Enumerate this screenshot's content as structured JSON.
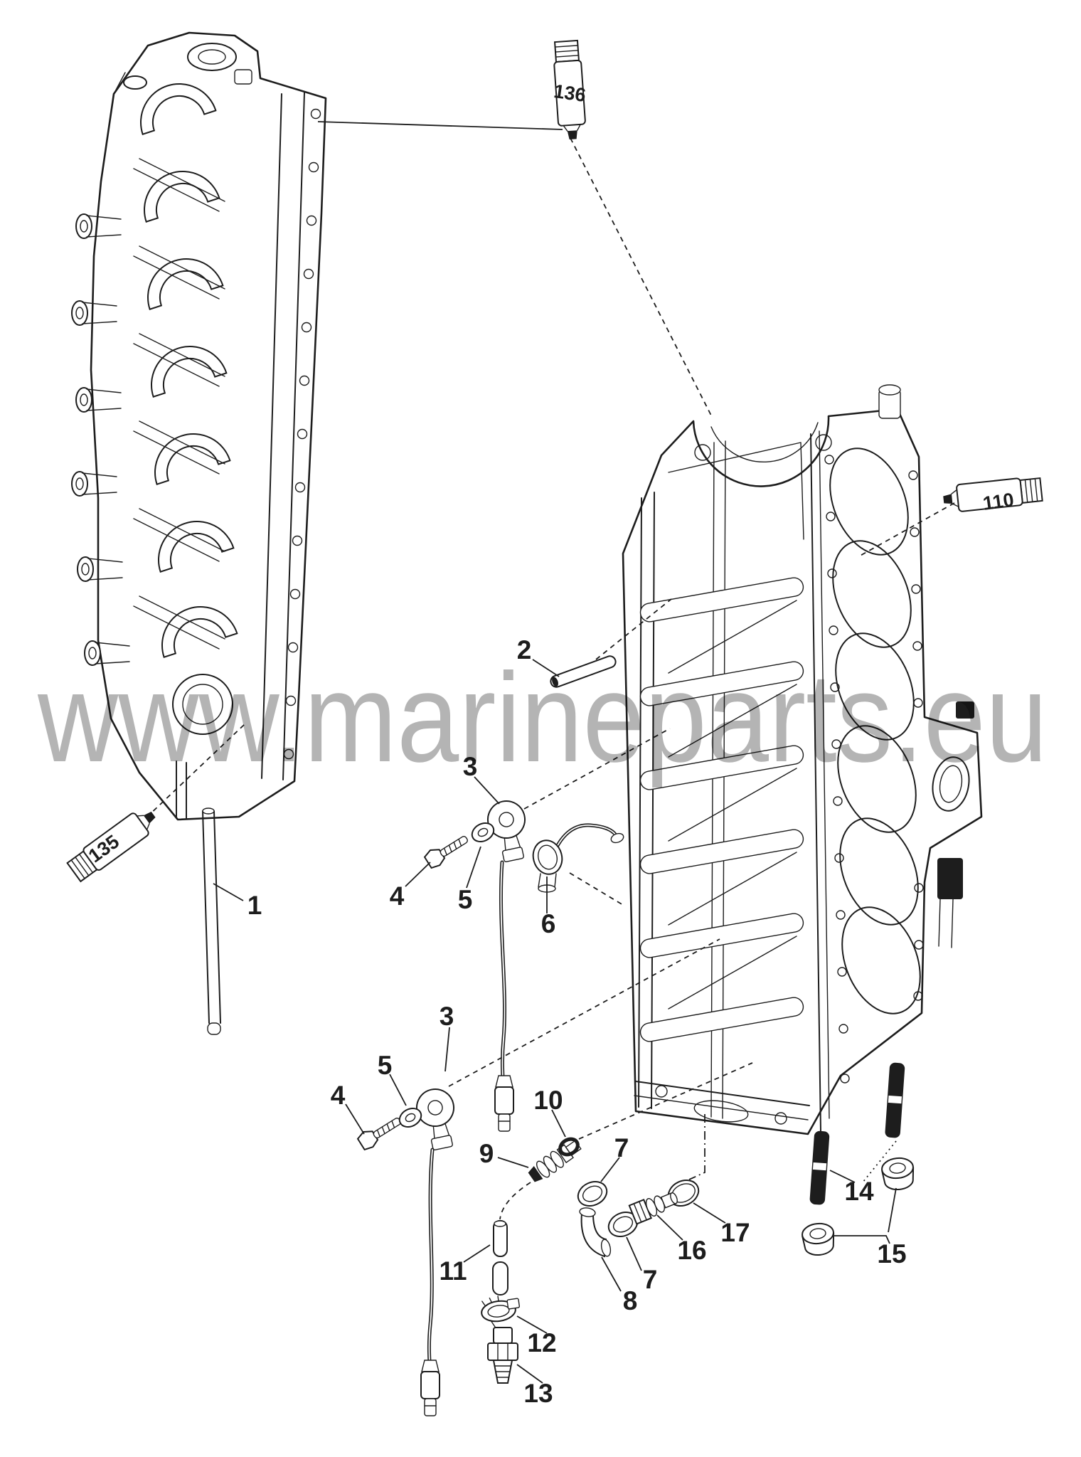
{
  "watermark": {
    "text": "www.marineparts.eu",
    "color": "#b4b4b4"
  },
  "drawing": {
    "line_color": "#1d1d1d",
    "background": "#ffffff"
  },
  "sealant_tubes": [
    {
      "label": "136"
    },
    {
      "label": "135"
    },
    {
      "label": "110"
    }
  ],
  "callouts": [
    {
      "label": "1"
    },
    {
      "label": "2"
    },
    {
      "label": "3"
    },
    {
      "label": "4"
    },
    {
      "label": "5"
    },
    {
      "label": "6"
    },
    {
      "label": "3"
    },
    {
      "label": "5"
    },
    {
      "label": "4"
    },
    {
      "label": "10"
    },
    {
      "label": "7"
    },
    {
      "label": "9"
    },
    {
      "label": "14"
    },
    {
      "label": "17"
    },
    {
      "label": "16"
    },
    {
      "label": "15"
    },
    {
      "label": "11"
    },
    {
      "label": "7"
    },
    {
      "label": "8"
    },
    {
      "label": "12"
    },
    {
      "label": "13"
    }
  ]
}
